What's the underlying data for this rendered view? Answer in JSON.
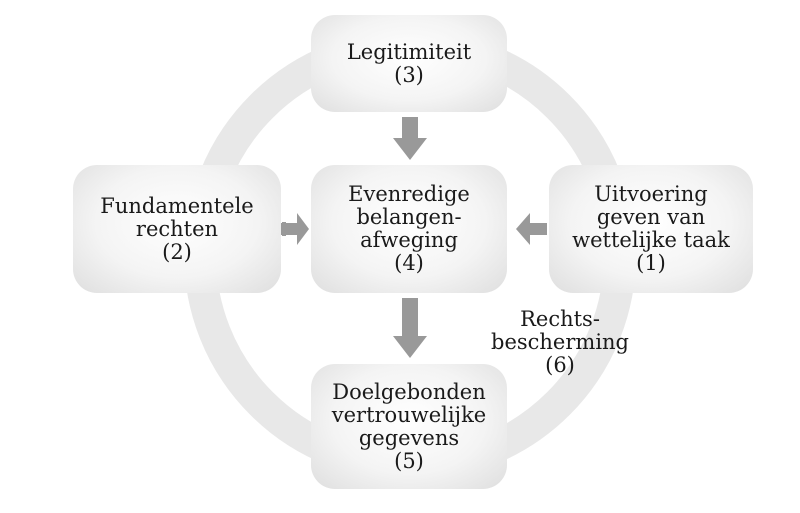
{
  "diagram": {
    "nodes": {
      "legitimiteit": {
        "lines": [
          "Legitimiteit",
          "(3)"
        ]
      },
      "fundamentele": {
        "lines": [
          "Fundamentele",
          "rechten",
          "(2)"
        ]
      },
      "evenredige": {
        "lines": [
          "Evenredige",
          "belangen-",
          "afweging",
          "(4)"
        ]
      },
      "uitvoering": {
        "lines": [
          "Uitvoering",
          "geven van",
          "wettelijke taak",
          "(1)"
        ]
      },
      "doelgebonden": {
        "lines": [
          "Doelgebonden",
          "vertrouwelijke",
          "gegevens",
          "(5)"
        ]
      }
    },
    "ring_label": {
      "lines": [
        "Rechts-",
        "bescherming",
        "(6)"
      ]
    },
    "colors": {
      "ring": "#e8e8e8",
      "arrow": "#999999",
      "text": "#1a1a1a"
    }
  }
}
